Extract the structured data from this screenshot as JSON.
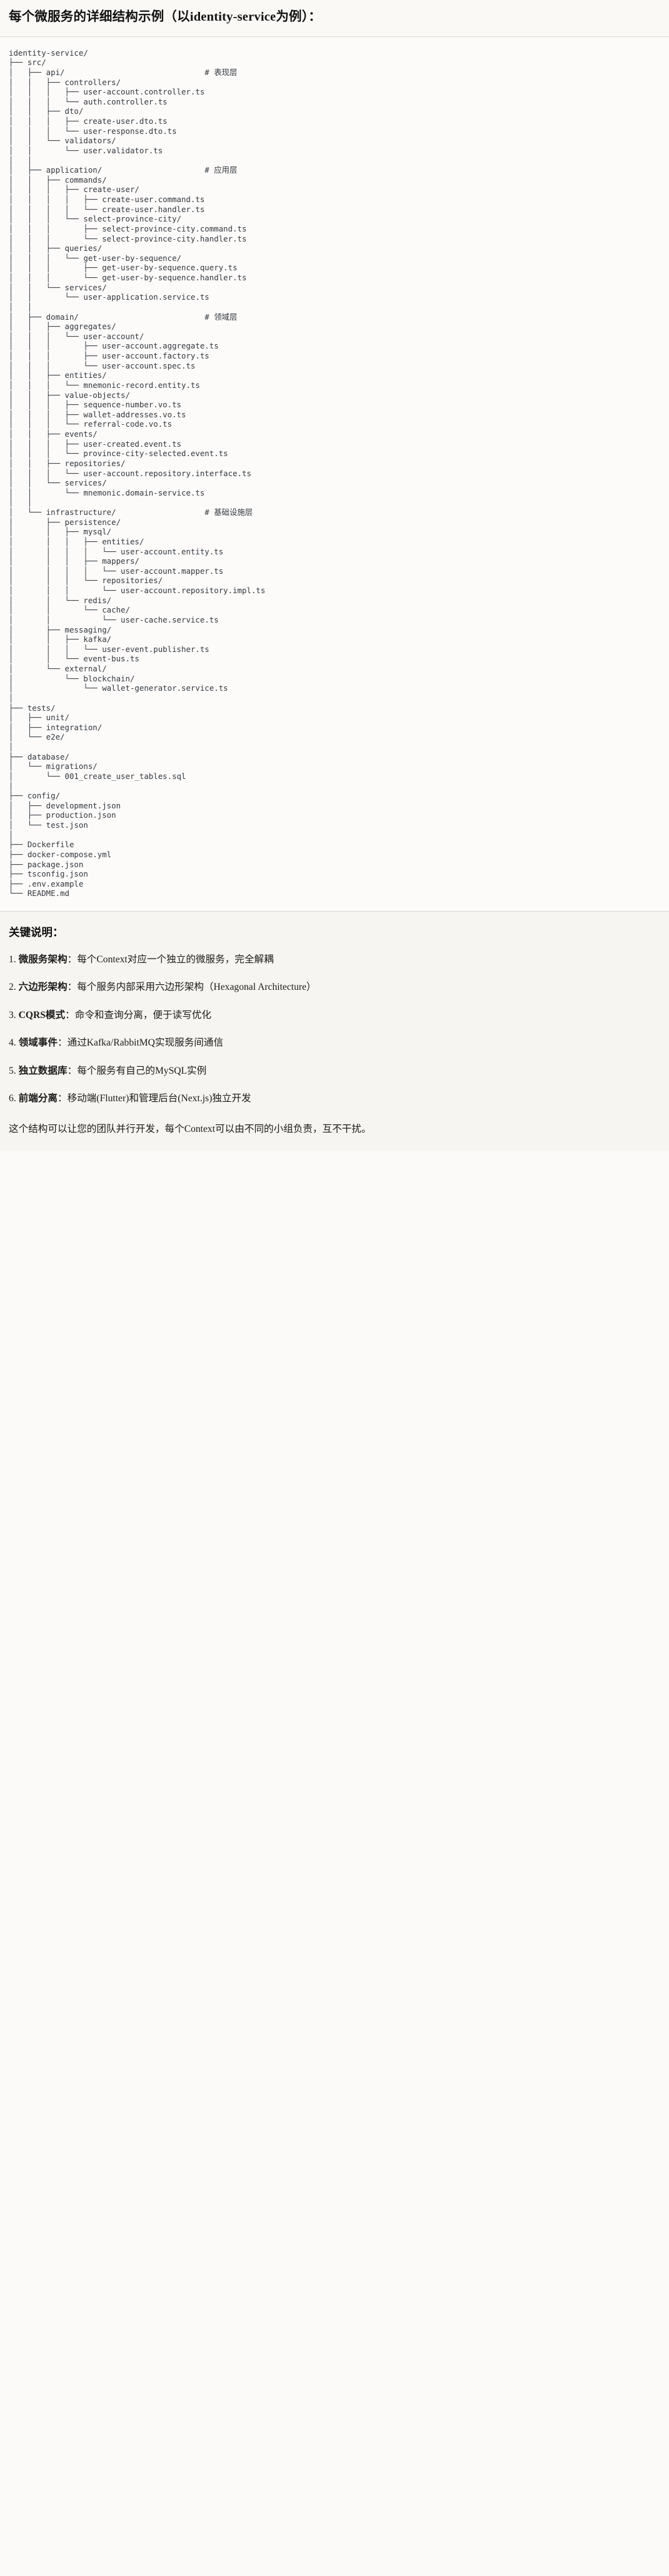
{
  "header": {
    "title": "每个微服务的详细结构示例（以identity-service为例）："
  },
  "code_block": {
    "language": "text",
    "tree": "identity-service/\n├── src/\n│   ├── api/                              # 表现层\n│   │   ├── controllers/\n│   │   │   ├── user-account.controller.ts\n│   │   │   └── auth.controller.ts\n│   │   ├── dto/\n│   │   │   ├── create-user.dto.ts\n│   │   │   └── user-response.dto.ts\n│   │   └── validators/\n│   │       └── user.validator.ts\n│   │\n│   ├── application/                      # 应用层\n│   │   ├── commands/\n│   │   │   ├── create-user/\n│   │   │   │   ├── create-user.command.ts\n│   │   │   │   └── create-user.handler.ts\n│   │   │   └── select-province-city/\n│   │   │       ├── select-province-city.command.ts\n│   │   │       └── select-province-city.handler.ts\n│   │   ├── queries/\n│   │   │   └── get-user-by-sequence/\n│   │   │       ├── get-user-by-sequence.query.ts\n│   │   │       └── get-user-by-sequence.handler.ts\n│   │   └── services/\n│   │       └── user-application.service.ts\n│   │\n│   ├── domain/                           # 领域层\n│   │   ├── aggregates/\n│   │   │   └── user-account/\n│   │   │       ├── user-account.aggregate.ts\n│   │   │       ├── user-account.factory.ts\n│   │   │       └── user-account.spec.ts\n│   │   ├── entities/\n│   │   │   └── mnemonic-record.entity.ts\n│   │   ├── value-objects/\n│   │   │   ├── sequence-number.vo.ts\n│   │   │   ├── wallet-addresses.vo.ts\n│   │   │   └── referral-code.vo.ts\n│   │   ├── events/\n│   │   │   ├── user-created.event.ts\n│   │   │   └── province-city-selected.event.ts\n│   │   ├── repositories/\n│   │   │   └── user-account.repository.interface.ts\n│   │   └── services/\n│   │       └── mnemonic.domain-service.ts\n│   │\n│   └── infrastructure/                   # 基础设施层\n│       ├── persistence/\n│       │   ├── mysql/\n│       │   │   ├── entities/\n│       │   │   │   └── user-account.entity.ts\n│       │   │   ├── mappers/\n│       │   │   │   └── user-account.mapper.ts\n│       │   │   └── repositories/\n│       │   │       └── user-account.repository.impl.ts\n│       │   └── redis/\n│       │       └── cache/\n│       │           └── user-cache.service.ts\n│       ├── messaging/\n│       │   ├── kafka/\n│       │   │   └── user-event.publisher.ts\n│       │   └── event-bus.ts\n│       └── external/\n│           └── blockchain/\n│               └── wallet-generator.service.ts\n│\n├── tests/\n│   ├── unit/\n│   ├── integration/\n│   └── e2e/\n│\n├── database/\n│   └── migrations/\n│       └── 001_create_user_tables.sql\n│\n├── config/\n│   ├── development.json\n│   ├── production.json\n│   └── test.json\n│\n├── Dockerfile\n├── docker-compose.yml\n├── package.json\n├── tsconfig.json\n├── .env.example\n└── README.md"
  },
  "notes": {
    "title": "关键说明：",
    "items": [
      {
        "term": "微服务架构",
        "sep": "：",
        "desc": "每个Context对应一个独立的微服务，完全解耦"
      },
      {
        "term": "六边形架构",
        "sep": "：",
        "desc": "每个服务内部采用六边形架构（Hexagonal Architecture）"
      },
      {
        "term": "CQRS模式",
        "sep": "：",
        "desc": "命令和查询分离，便于读写优化"
      },
      {
        "term": "领域事件",
        "sep": "：",
        "desc": "通过Kafka/RabbitMQ实现服务间通信"
      },
      {
        "term": "独立数据库",
        "sep": "：",
        "desc": "每个服务有自己的MySQL实例"
      },
      {
        "term": "前端分离",
        "sep": "：",
        "desc": "移动端(Flutter)和管理后台(Next.js)独立开发"
      }
    ],
    "footer": "这个结构可以让您的团队并行开发，每个Context可以由不同的小组负责，互不干扰。"
  },
  "colors": {
    "page_bg": "#fbfaf8",
    "header_bg": "#faf9f6",
    "code_bg": "#fcfbfa",
    "notes_bg": "#f7f5f1",
    "divider": "#d9d6cf",
    "code_text": "#33373d",
    "body_text": "#1a1a1a"
  }
}
